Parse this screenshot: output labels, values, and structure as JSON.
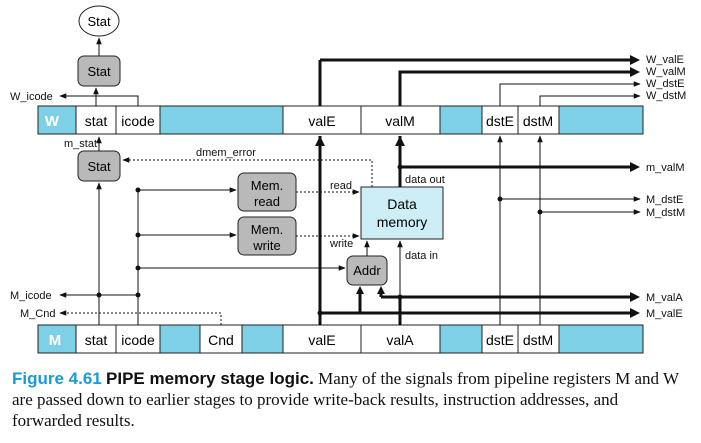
{
  "regW": {
    "name": "W",
    "fields": [
      "stat",
      "icode",
      "valE",
      "valM",
      "dstE",
      "dstM"
    ]
  },
  "regM": {
    "name": "M",
    "fields": [
      "stat",
      "icode",
      "Cnd",
      "valE",
      "valA",
      "dstE",
      "dstM"
    ]
  },
  "blocks": {
    "stat_top": "Stat",
    "stat_w": "Stat",
    "stat_m": "Stat",
    "mem_read_1": "Mem.",
    "mem_read_2": "read",
    "mem_write_1": "Mem.",
    "mem_write_2": "write",
    "data_mem_1": "Data",
    "data_mem_2": "memory",
    "addr": "Addr"
  },
  "signals": {
    "w_icode": "W_icode",
    "m_stat": "m_stat",
    "dmem_error": "dmem_error",
    "read": "read",
    "write": "write",
    "data_out": "data out",
    "data_in": "data in",
    "m_icode": "M_icode",
    "m_cnd": "M_Cnd",
    "w_vale": "W_valE",
    "w_valm": "W_valM",
    "w_dste": "W_dstE",
    "w_dstm": "W_dstM",
    "m_valm": "m_valM",
    "m_dste": "M_dstE",
    "m_dstm": "M_dstM",
    "m_vala": "M_valA",
    "m_vale": "M_valE"
  },
  "caption": {
    "figure": "Figure 4.61",
    "title": "PIPE memory stage logic.",
    "text": "Many of the signals from pipeline registers M and W are passed down to earlier stages to provide write-back results, instruction addresses, and forwarded results."
  },
  "colors": {
    "register_fill": "#7dd0e6",
    "block_fill": "#b9b9b9",
    "memory_fill": "#cdeef6",
    "caption_accent": "#1a9ad6"
  }
}
